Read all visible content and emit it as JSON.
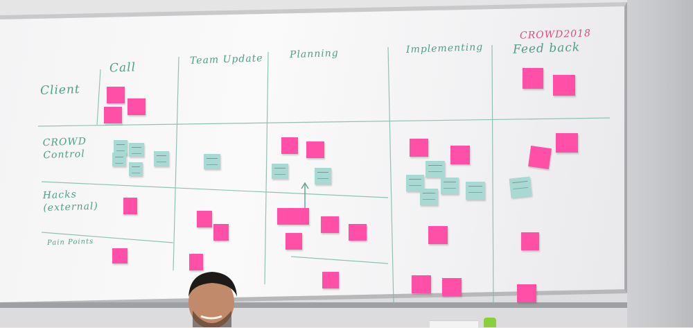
{
  "photo": {
    "columns": [
      {
        "label": "Call"
      },
      {
        "label": "Team Update"
      },
      {
        "label": "Planning"
      },
      {
        "label": "Implementing"
      },
      {
        "label": "Feed back",
        "note": "CROWD2018"
      }
    ],
    "rows": [
      {
        "label": "Client"
      },
      {
        "label": "CROWD Control"
      },
      {
        "label": "Hacks (external)"
      },
      {
        "label": "Pain Points"
      }
    ],
    "colors": {
      "ink": "#4e9e88",
      "ink_red": "#d7507a",
      "pink_note": "#ff4fa6",
      "blue_note": "#a8d9d3"
    }
  }
}
